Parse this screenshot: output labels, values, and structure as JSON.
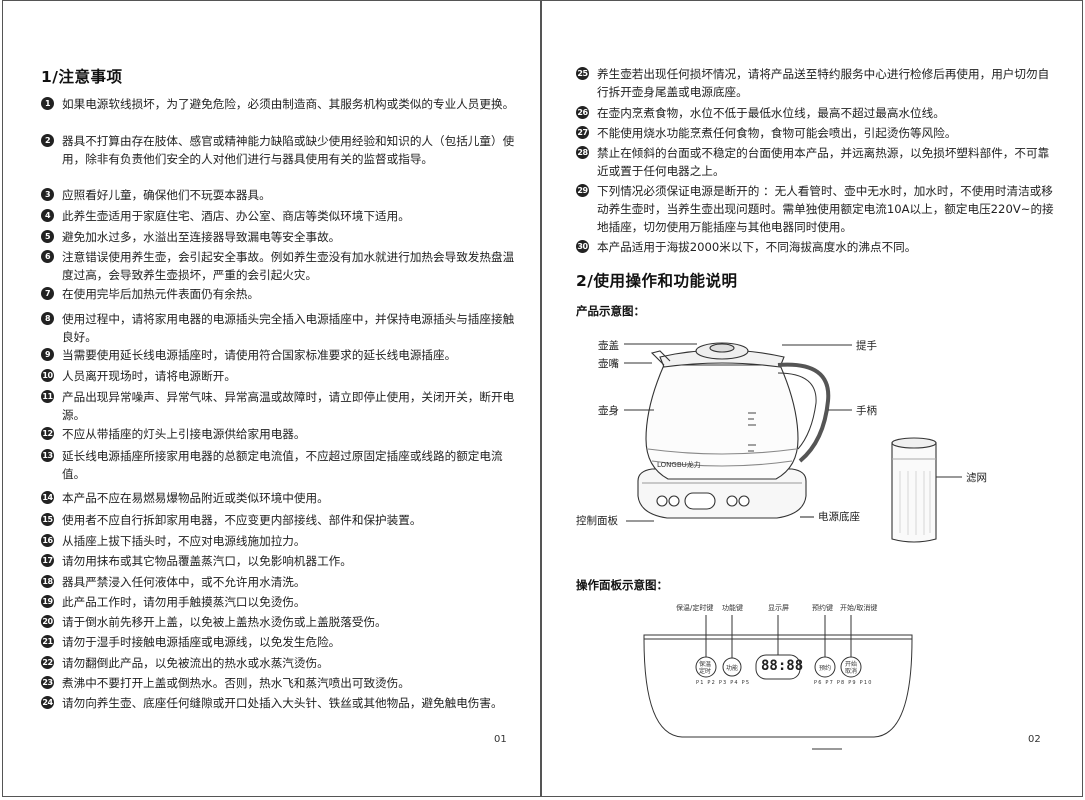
{
  "left_page": {
    "heading": "1/注意事项",
    "items": [
      {
        "n": "1",
        "text": "如果电源软线损坏，为了避免危险，必须由制造商、其服务机构或类似的专业人员更换。"
      },
      {
        "n": "2",
        "text": "器具不打算由存在肢体、感官或精神能力缺陷或缺少使用经验和知识的人（包括儿童）使用，除非有负责他们安全的人对他们进行与器具使用有关的监督或指导。"
      },
      {
        "n": "3",
        "text": "应照看好儿童，确保他们不玩耍本器具。"
      },
      {
        "n": "4",
        "text": "此养生壶适用于家庭住宅、酒店、办公室、商店等类似环境下适用。"
      },
      {
        "n": "5",
        "text": "避免加水过多，水溢出至连接器导致漏电等安全事故。"
      },
      {
        "n": "6",
        "text": "注意错误使用养生壶，会引起安全事故。例如养生壶没有加水就进行加热会导致发热盘温度过高，会导致养生壶损坏，严重的会引起火灾。"
      },
      {
        "n": "7",
        "text": "在使用完毕后加热元件表面仍有余热。"
      },
      {
        "n": "8",
        "text": "使用过程中，请将家用电器的电源插头完全插入电源插座中，并保持电源插头与插座接触良好。"
      },
      {
        "n": "9",
        "text": "当需要使用延长线电源插座时，请使用符合国家标准要求的延长线电源插座。"
      },
      {
        "n": "10",
        "text": "人员离开现场时，请将电源断开。"
      },
      {
        "n": "11",
        "text": "产品出现异常噪声、异常气味、异常高温或故障时，请立即停止使用，关闭开关，断开电源。"
      },
      {
        "n": "12",
        "text": "不应从带插座的灯头上引接电源供给家用电器。"
      },
      {
        "n": "13",
        "text": "延长线电源插座所接家用电器的总额定电流值，不应超过原固定插座或线路的额定电流值。"
      },
      {
        "n": "14",
        "text": "本产品不应在易燃易爆物品附近或类似环境中使用。"
      },
      {
        "n": "15",
        "text": "使用者不应自行拆卸家用电器，不应变更内部接线、部件和保护装置。"
      },
      {
        "n": "16",
        "text": "从插座上拔下插头时，不应对电源线施加拉力。"
      },
      {
        "n": "17",
        "text": "请勿用抹布或其它物品覆盖蒸汽口，以免影响机器工作。"
      },
      {
        "n": "18",
        "text": "器具严禁浸入任何液体中，或不允许用水清洗。"
      },
      {
        "n": "19",
        "text": "此产品工作时，请勿用手触摸蒸汽口以免烫伤。"
      },
      {
        "n": "20",
        "text": "请于倒水前先移开上盖，以免被上盖热水烫伤或上盖脱落受伤。"
      },
      {
        "n": "21",
        "text": "请勿于湿手时接触电源插座或电源线，以免发生危险。"
      },
      {
        "n": "22",
        "text": "请勿翻倒此产品，以免被流出的热水或水蒸汽烫伤。"
      },
      {
        "n": "23",
        "text": "煮沸中不要打开上盖或倒热水。否则，热水飞和蒸汽喷出可致烫伤。"
      },
      {
        "n": "24",
        "text": "请勿向养生壶、底座任何缝隙或开口处插入大头针、铁丝或其他物品，避免触电伤害。"
      }
    ],
    "page_number": "01"
  },
  "right_page": {
    "items": [
      {
        "n": "25",
        "text": "养生壶若出现任何损坏情况，请将产品送至特约服务中心进行检修后再使用，用户切勿自行拆开壶身尾盖或电源底座。"
      },
      {
        "n": "26",
        "text": "在壶内烹煮食物，水位不低于最低水位线，最高不超过最高水位线。"
      },
      {
        "n": "27",
        "text": "不能使用烧水功能烹煮任何食物，食物可能会喷出，引起烫伤等风险。"
      },
      {
        "n": "28",
        "text": "禁止在倾斜的台面或不稳定的台面使用本产品，并远离热源，以免损坏塑料部件，不可靠近或置于任何电器之上。"
      },
      {
        "n": "29",
        "text": "下列情况必须保证电源是断开的 ：无人看管时、壶中无水时，加水时，不使用时清洁或移动养生壶时，当养生壶出现问题时。需单独使用额定电流10A以上，额定电压220V~的接地插座，切勿使用万能插座与其他电器同时使用。"
      },
      {
        "n": "30",
        "text": "本产品适用于海拔2000米以下，不同海拔高度水的沸点不同。"
      }
    ],
    "heading": "2/使用操作和功能说明",
    "product_diagram_title": "产品示意图：",
    "product_labels": {
      "lid": "壶盖",
      "spout": "壶嘴",
      "body": "壶身",
      "control_panel": "控制面板",
      "lift_handle": "提手",
      "handle": "手柄",
      "power_base": "电源底座",
      "filter": "滤网"
    },
    "kettle_brand": "LONGBU龙力",
    "panel_diagram_title": "操作面板示意图：",
    "panel_labels": {
      "keep_warm_timer": "保温/定时键",
      "function": "功能键",
      "display": "显示屏",
      "reserve": "预约键",
      "start_cancel": "开始/取消键"
    },
    "panel_button_text": {
      "keep_warm_1": "保温",
      "keep_warm_2": "定时",
      "function": "功能",
      "reserve": "预约",
      "start_1": "开始",
      "start_2": "取消"
    },
    "display_digits": "88:88",
    "presets_left": [
      "P1",
      "P2",
      "P3",
      "P4",
      "P5"
    ],
    "presets_right": [
      "P6",
      "P7",
      "P8",
      "P9",
      "P10"
    ],
    "page_number": "02"
  },
  "colors": {
    "page_border": "#555555",
    "text": "#222222",
    "bullet": "#222222"
  }
}
